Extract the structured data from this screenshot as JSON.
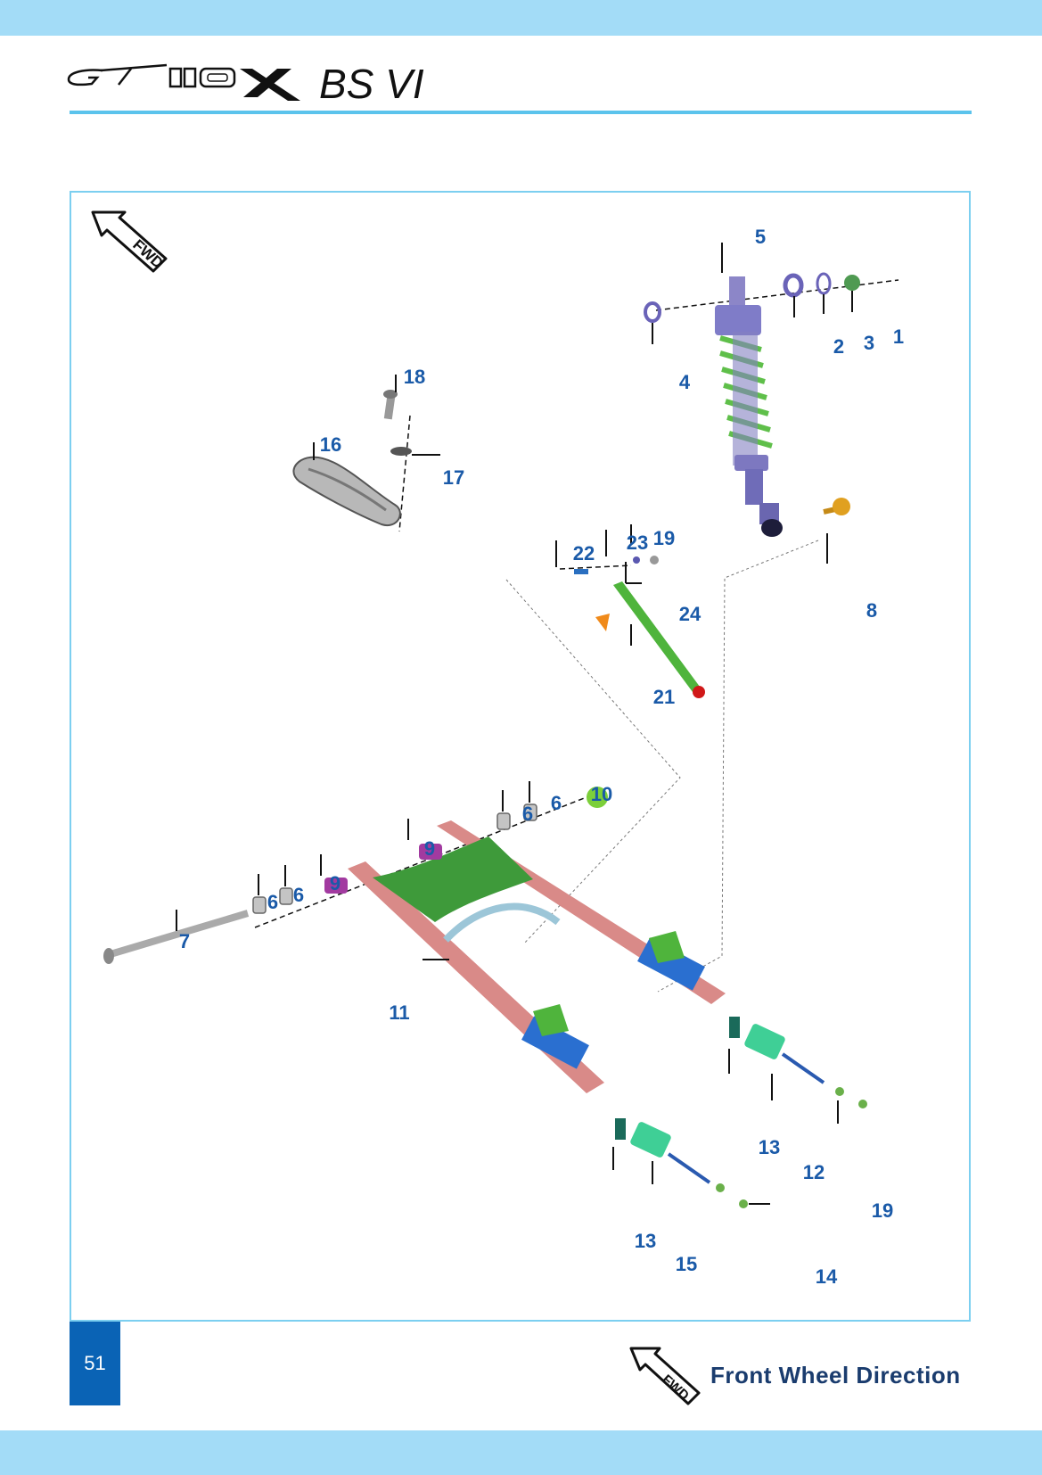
{
  "header": {
    "logo_text": "GT 110X",
    "model_suffix": "BS VI"
  },
  "colors": {
    "band": "#a3dcf7",
    "rule": "#5bc3ec",
    "frame": "#7ccff0",
    "callout": "#1a5aa8",
    "page_box": "#0a63b5",
    "legend_text": "#1a3c6e"
  },
  "diagram": {
    "fwd_badge": "FWD",
    "callouts": [
      "1",
      "2",
      "3",
      "4",
      "5",
      "6",
      "6",
      "6",
      "6",
      "7",
      "8",
      "9",
      "9",
      "10",
      "11",
      "12",
      "13",
      "13",
      "14",
      "15",
      "16",
      "17",
      "18",
      "19",
      "19",
      "21",
      "22",
      "23",
      "24"
    ]
  },
  "footer": {
    "page_number": "51",
    "legend_badge": "FWD",
    "legend_label": "Front Wheel Direction"
  }
}
